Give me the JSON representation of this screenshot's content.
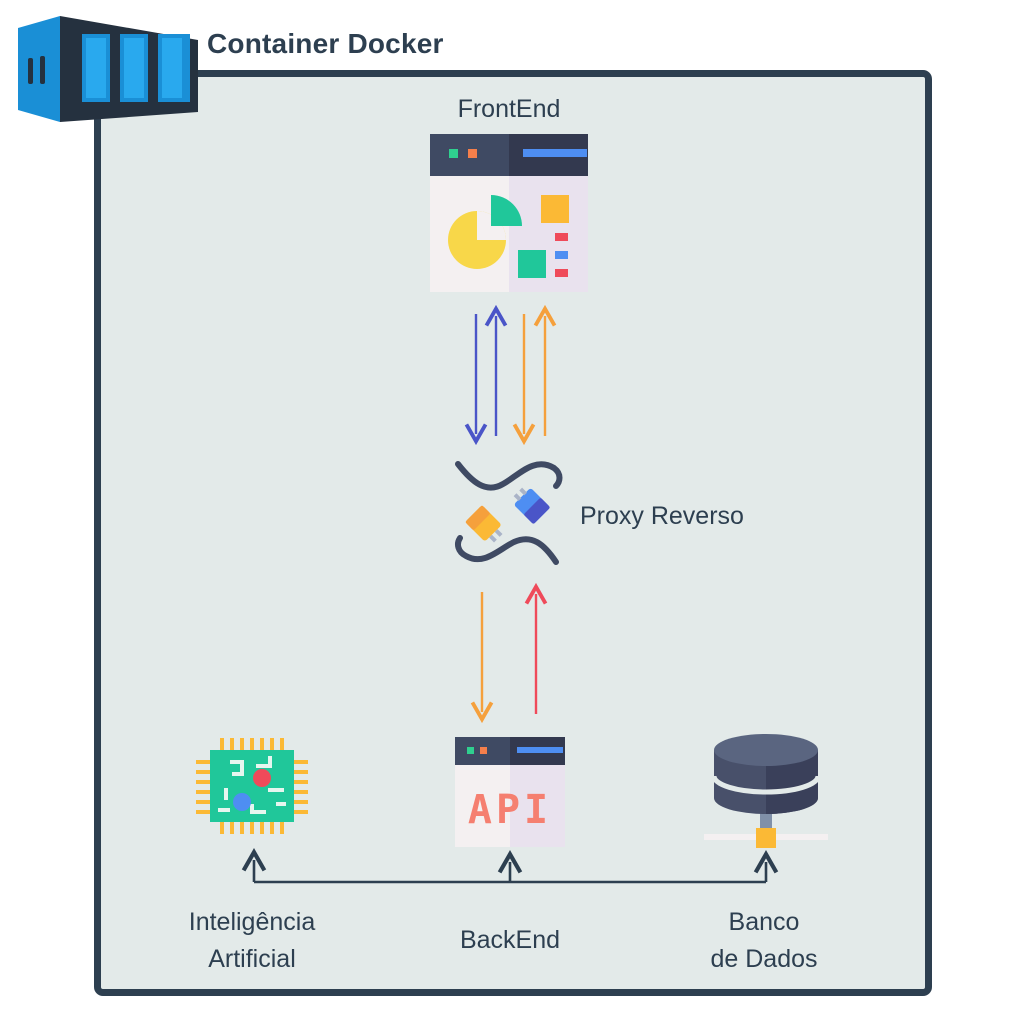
{
  "header": {
    "title": "Container Docker"
  },
  "nodes": {
    "frontend": {
      "label": "FrontEnd"
    },
    "proxy": {
      "label": "Proxy Reverso"
    },
    "ai": {
      "line1": "Inteligência",
      "line2": "Artificial"
    },
    "backend": {
      "label": "BackEnd",
      "icon_text": "API"
    },
    "database": {
      "line1": "Banco",
      "line2": "de Dados"
    }
  },
  "colors": {
    "frame_border": "#2d3f50",
    "frame_fill": "#e3eae9",
    "arrow_blue": "#4a55c8",
    "arrow_orange": "#f5a03c",
    "arrow_red": "#ef4a5a",
    "arrow_dark": "#2d3f50"
  }
}
